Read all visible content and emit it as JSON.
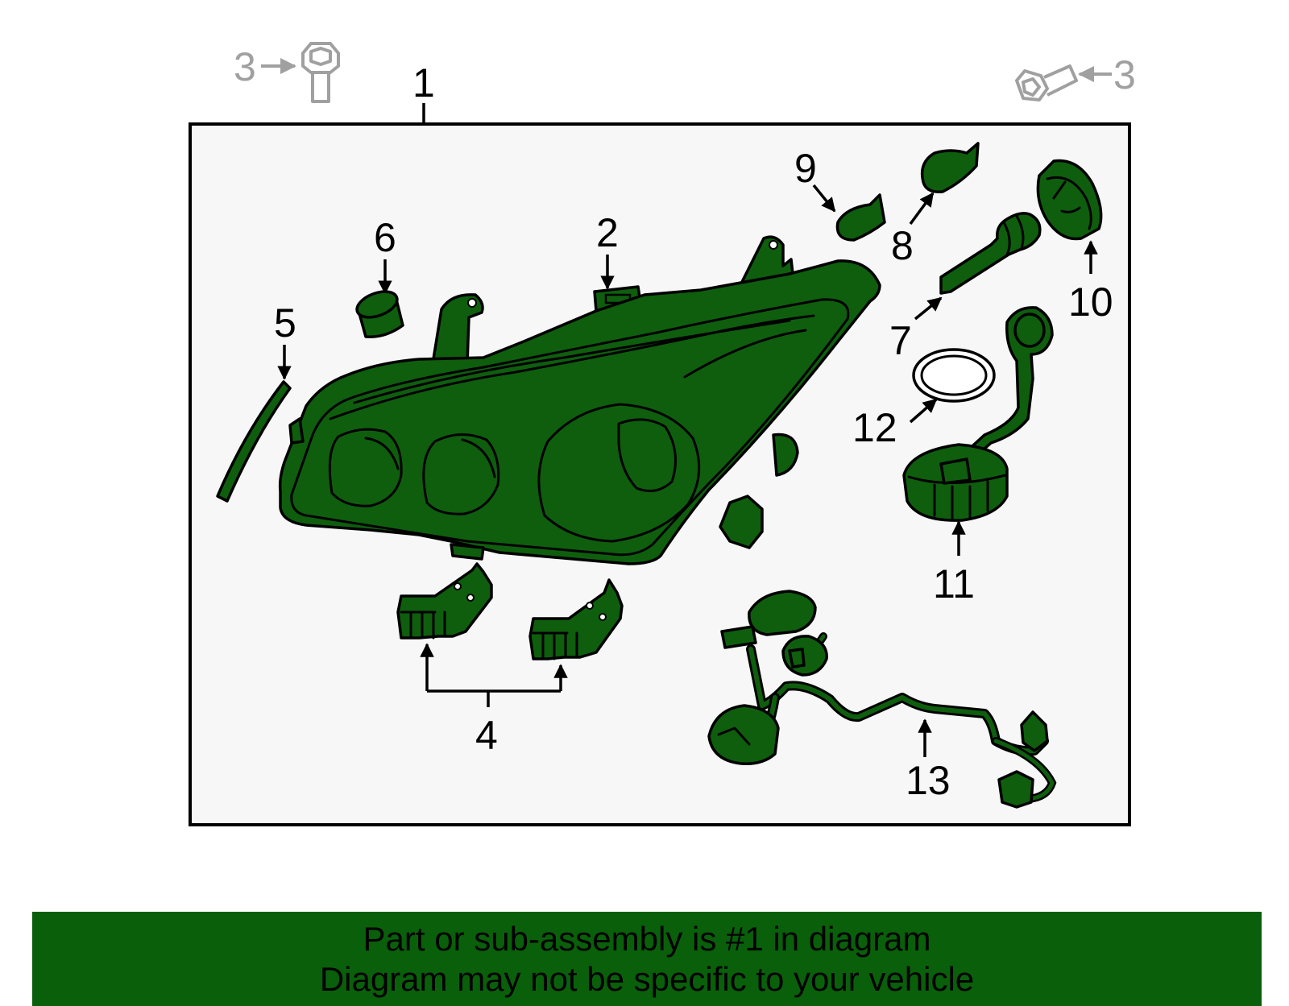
{
  "colors": {
    "part_fill": "#0e5e0e",
    "panel_bg": "#f7f7f7",
    "footer_bg": "#0a5f0a",
    "hardware_grey": "#a0a0a0"
  },
  "callouts": {
    "c1": "1",
    "c2": "2",
    "c3_left": "3",
    "c3_right": "3",
    "c4": "4",
    "c5": "5",
    "c6": "6",
    "c7": "7",
    "c8": "8",
    "c9": "9",
    "c10": "10",
    "c11": "11",
    "c12": "12",
    "c13": "13"
  },
  "footer": {
    "line1": "Part or sub-assembly is #1 in diagram",
    "line2": "Diagram may not be specific to your vehicle"
  }
}
